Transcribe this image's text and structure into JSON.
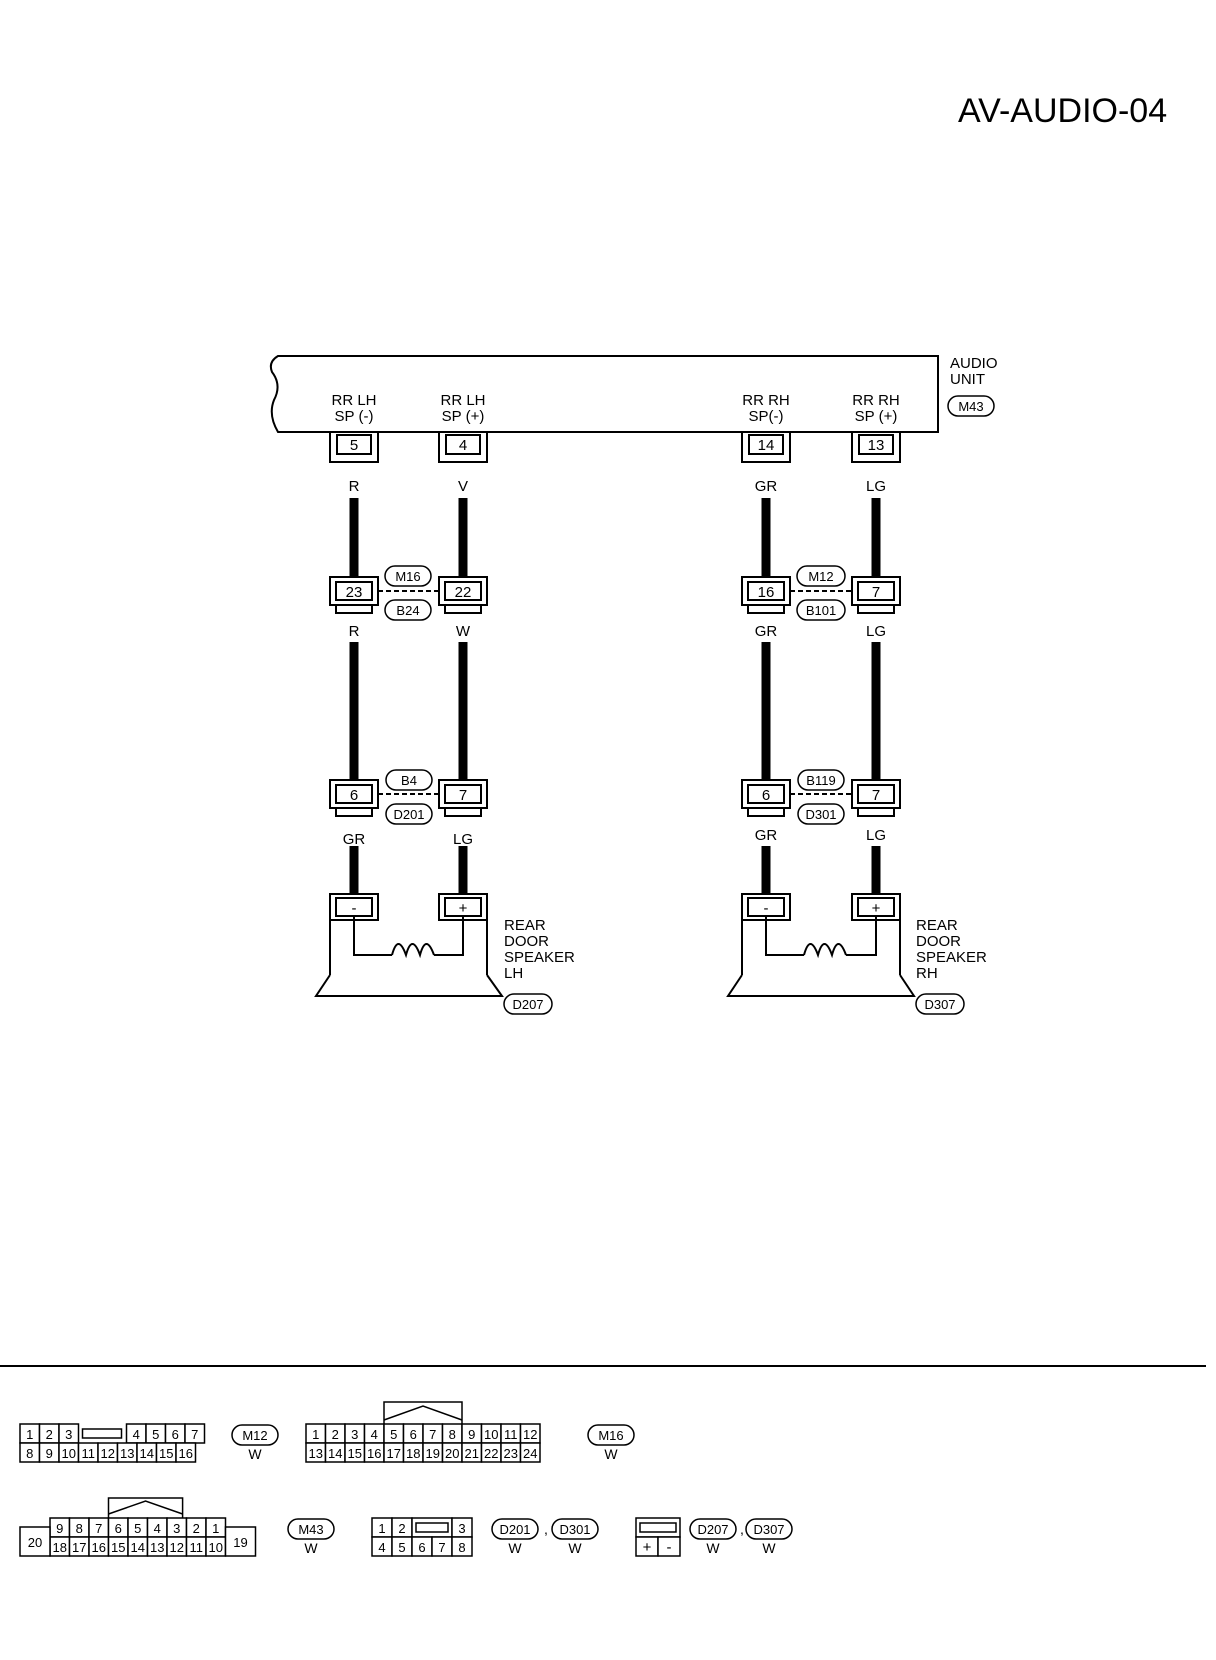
{
  "page_title": "AV-AUDIO-04",
  "audio_unit": {
    "label_line1": "AUDIO",
    "label_line2": "UNIT",
    "connector": "M43"
  },
  "terminals": [
    {
      "line1": "RR LH",
      "line2": "SP (-)",
      "pin": "5"
    },
    {
      "line1": "RR LH",
      "line2": "SP (+)",
      "pin": "4"
    },
    {
      "line1": "RR RH",
      "line2": "SP(-)",
      "pin": "14"
    },
    {
      "line1": "RR RH",
      "line2": "SP (+)",
      "pin": "13"
    }
  ],
  "wires": {
    "upper": [
      "R",
      "V",
      "GR",
      "LG"
    ],
    "middle": [
      "R",
      "W",
      "GR",
      "LG"
    ],
    "lower": [
      "GR",
      "LG",
      "GR",
      "LG"
    ]
  },
  "junction1": {
    "left": {
      "pins": [
        "23",
        "22"
      ],
      "top": "M16",
      "bottom": "B24"
    },
    "right": {
      "pins": [
        "16",
        "7"
      ],
      "top": "M12",
      "bottom": "B101"
    }
  },
  "junction2": {
    "left": {
      "pins": [
        "6",
        "7"
      ],
      "top": "B4",
      "bottom": "D201"
    },
    "right": {
      "pins": [
        "6",
        "7"
      ],
      "top": "B119",
      "bottom": "D301"
    }
  },
  "speakers": [
    {
      "line1": "REAR",
      "line2": "DOOR",
      "line3": "SPEAKER",
      "line4": "LH",
      "connector": "D207",
      "minus": "-",
      "plus": "+"
    },
    {
      "line1": "REAR",
      "line2": "DOOR",
      "line3": "SPEAKER",
      "line4": "RH",
      "connector": "D307",
      "minus": "-",
      "plus": "+"
    }
  ],
  "connector_views": {
    "m12": {
      "name": "M12",
      "color": "W",
      "row1": [
        "1",
        "2",
        "3",
        "4",
        "5",
        "6",
        "7"
      ],
      "row2": [
        "8",
        "9",
        "10",
        "11",
        "12",
        "13",
        "14",
        "15",
        "16"
      ]
    },
    "m16": {
      "name": "M16",
      "color": "W",
      "row1": [
        "1",
        "2",
        "3",
        "4",
        "5",
        "6",
        "7",
        "8",
        "9",
        "10",
        "11",
        "12"
      ],
      "row2": [
        "13",
        "14",
        "15",
        "16",
        "17",
        "18",
        "19",
        "20",
        "21",
        "22",
        "23",
        "24"
      ]
    },
    "m43": {
      "name": "M43",
      "color": "W",
      "row1": [
        "9",
        "8",
        "7",
        "6",
        "5",
        "4",
        "3",
        "2",
        "1"
      ],
      "row2": [
        "18",
        "17",
        "16",
        "15",
        "14",
        "13",
        "12",
        "11",
        "10"
      ],
      "left_pin": "20",
      "right_pin": "19"
    },
    "d201": {
      "name1": "D201",
      "name2": "D301",
      "sep": ",",
      "color1": "W",
      "color2": "W",
      "row1": [
        "1",
        "2",
        "3"
      ],
      "row2": [
        "4",
        "5",
        "6",
        "7",
        "8"
      ]
    },
    "d207": {
      "name1": "D207",
      "name2": "D307",
      "sep": ",",
      "color1": "W",
      "color2": "W",
      "row2": [
        "+",
        "-"
      ]
    }
  }
}
